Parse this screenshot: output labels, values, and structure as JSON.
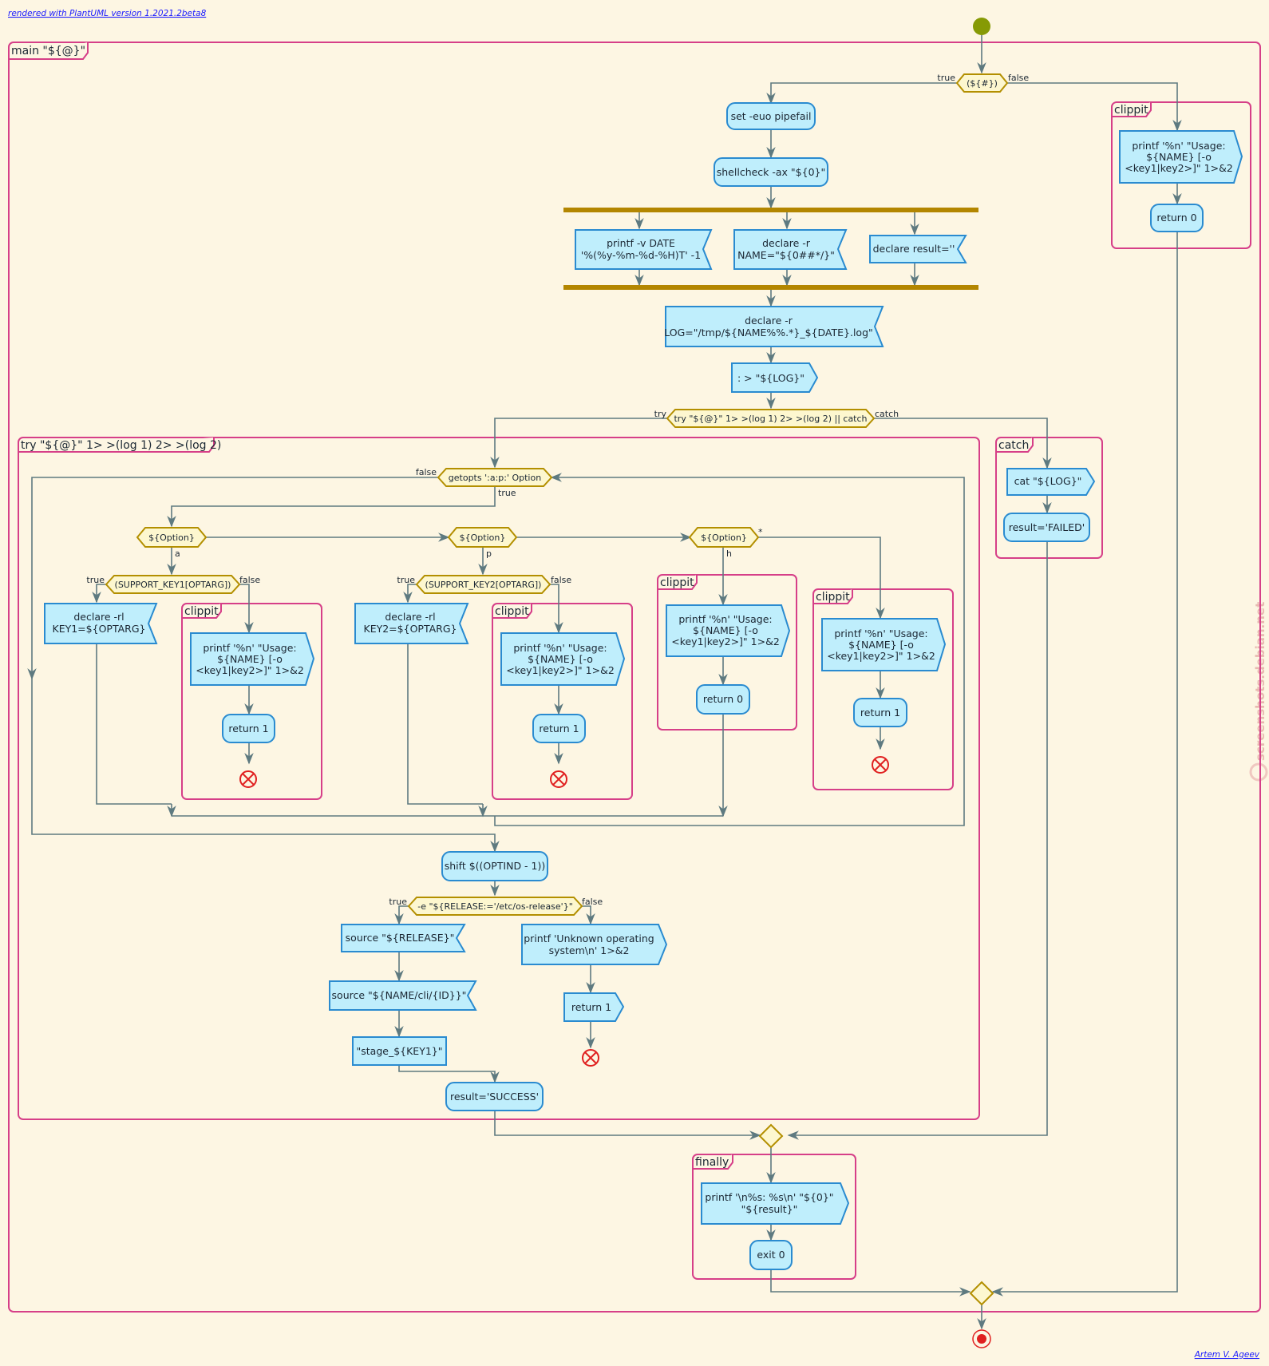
{
  "header_link": "rendered with PlantUML version 1.2021.2beta8",
  "footer_link": "Artem V. Ageev",
  "watermark": "screenshots.debian.net",
  "colors": {
    "background": "#fdf6e3",
    "activity_fill": "#bfeefc",
    "activity_stroke": "#2a8bd0",
    "decision_fill": "#fdf7cf",
    "decision_stroke": "#b38f00",
    "frame_stroke": "#d63f88",
    "start": "#869a05",
    "stop": "#e02020"
  },
  "frames": {
    "main": "main \"${@}\"",
    "clippit_usage": "clippit",
    "try": "try \"${@}\" 1> >(log 1) 2> >(log 2)",
    "catch": "catch",
    "clippit_a": "clippit",
    "clippit_p": "clippit",
    "clippit_h": "clippit",
    "clippit_star": "clippit",
    "finally": "finally"
  },
  "decisions": {
    "argc": "(${#})",
    "try": "try \"${@}\" 1> >(log 1) 2> >(log 2) || catch",
    "getopts": "getopts ':a:p:' Option",
    "opt1": "${Option}",
    "opt2": "${Option}",
    "opt3": "${Option}",
    "key1": "(SUPPORT_KEY1[OPTARG])",
    "key2": "(SUPPORT_KEY2[OPTARG])",
    "release": "-e \"${RELEASE:='/etc/os-release'}\""
  },
  "branch_labels": {
    "argc_true": "true",
    "argc_false": "false",
    "try": "try",
    "catch": "catch",
    "getopts_false": "false",
    "getopts_true": "true",
    "case_a": "a",
    "case_p": "p",
    "case_h": "h",
    "case_star": "*",
    "key1_true": "true",
    "key1_false": "false",
    "key2_true": "true",
    "key2_false": "false",
    "release_true": "true",
    "release_false": "false"
  },
  "activities": {
    "set": "set -euo pipefail",
    "shellcheck": "shellcheck -ax \"${0}\"",
    "printf_date": [
      "printf  -v DATE",
      "'%(%y-%m-%d-%H)T' -1"
    ],
    "declare_name": [
      "declare -r",
      "NAME=\"${0##*/}\""
    ],
    "declare_result": "declare result=''",
    "declare_log": [
      "declare -r",
      "LOG=\"/tmp/${NAME%%.*}_${DATE}.log\""
    ],
    "touch_log": ": > \"${LOG}\"",
    "usage_main": [
      "printf '%n' \"Usage:",
      "${NAME} [-o",
      "<key1|key2>]\" 1>&2"
    ],
    "return0_main": "return 0",
    "cat_log": "cat \"${LOG}\"",
    "result_failed": "result='FAILED'",
    "declare_key1": [
      "declare -rl",
      "KEY1=${OPTARG}"
    ],
    "usage_a": [
      "printf '%n' \"Usage:",
      "${NAME} [-o",
      "<key1|key2>]\" 1>&2"
    ],
    "return1_a": "return 1",
    "declare_key2": [
      "declare -rl",
      "KEY2=${OPTARG}"
    ],
    "usage_p": [
      "printf '%n' \"Usage:",
      "${NAME} [-o",
      "<key1|key2>]\" 1>&2"
    ],
    "return1_p": "return 1",
    "usage_h": [
      "printf '%n' \"Usage:",
      "${NAME} [-o",
      "<key1|key2>]\" 1>&2"
    ],
    "return0_h": "return 0",
    "usage_star": [
      "printf '%n' \"Usage:",
      "${NAME} [-o",
      "<key1|key2>]\" 1>&2"
    ],
    "return1_star": "return 1",
    "shift": "shift $((OPTIND - 1))",
    "source_release": "source \"${RELEASE}\"",
    "source_cli": "source \"${NAME/cli/{ID}}\"",
    "stage": "\"stage_${KEY1}\"",
    "result_success": "result='SUCCESS'",
    "unknown_os": [
      "printf 'Unknown operating",
      "system\\n' 1>&2"
    ],
    "return1_os": "return 1",
    "finally_printf": [
      "printf '\\n%s:  %s\\n' \"${0}\"",
      "\"${result}\""
    ],
    "exit0": "exit 0"
  }
}
